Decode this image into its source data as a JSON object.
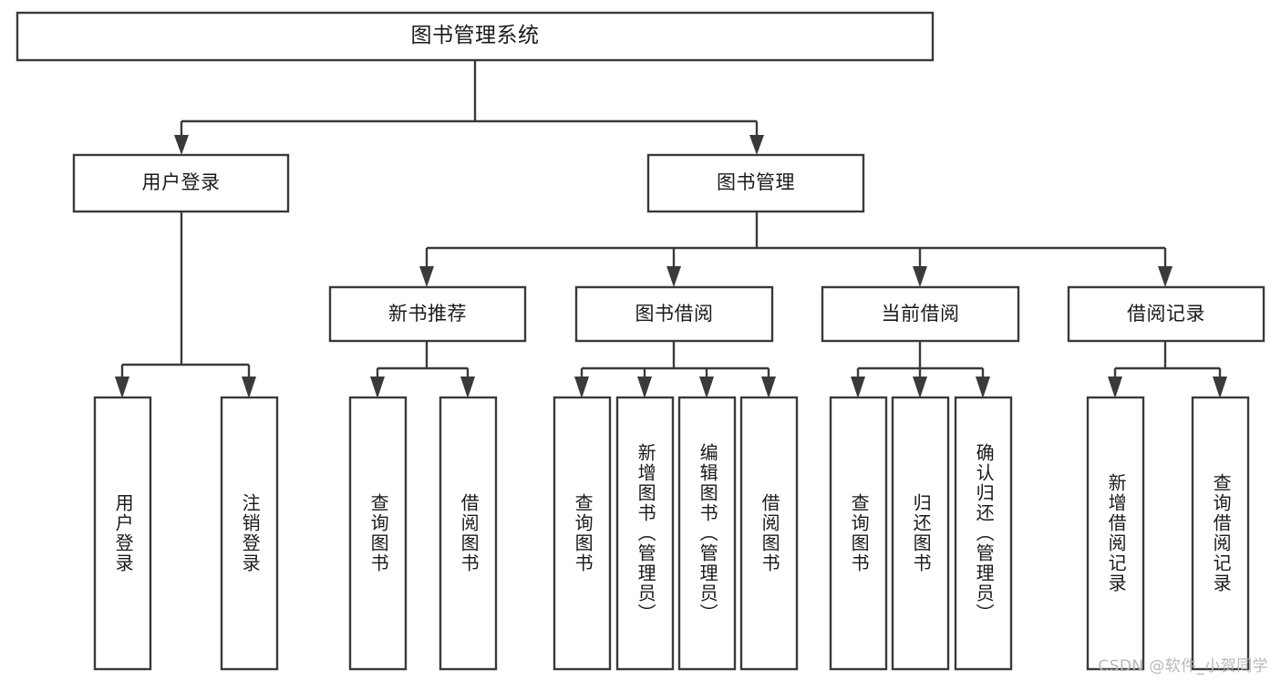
{
  "diagram": {
    "type": "tree",
    "title": "图书管理系统",
    "watermark": "CSDN @软件_小贺同学",
    "colors": {
      "stroke": "#3a3a3a",
      "box_fill": "#ffffff",
      "text": "#1a1a1a",
      "background": "#ffffff",
      "watermark": "#b8b8b8"
    },
    "levels": {
      "root": "图书管理系统",
      "level1": [
        "用户登录",
        "图书管理"
      ],
      "level2": [
        "新书推荐",
        "图书借阅",
        "当前借阅",
        "借阅记录"
      ]
    },
    "nodes": {
      "root": {
        "label": "图书管理系统"
      },
      "user_login": {
        "label": "用户登录"
      },
      "book_manage": {
        "label": "图书管理"
      },
      "new_book_rec": {
        "label": "新书推荐"
      },
      "book_borrow": {
        "label": "图书借阅"
      },
      "current_borrow": {
        "label": "当前借阅"
      },
      "borrow_record": {
        "label": "借阅记录"
      }
    },
    "leaves": {
      "user_login": [
        {
          "label": "用户登录"
        },
        {
          "label": "注销登录"
        }
      ],
      "new_book_rec": [
        {
          "label": "查询图书"
        },
        {
          "label": "借阅图书"
        }
      ],
      "book_borrow": [
        {
          "label": "查询图书"
        },
        {
          "label": "新增图书（管理员）"
        },
        {
          "label": "编辑图书（管理员）"
        },
        {
          "label": "借阅图书"
        }
      ],
      "current_borrow": [
        {
          "label": "查询图书"
        },
        {
          "label": "归还图书"
        },
        {
          "label": "确认归还（管理员）"
        }
      ],
      "borrow_record": [
        {
          "label": "新增借阅记录"
        },
        {
          "label": "查询借阅记录"
        }
      ]
    }
  }
}
